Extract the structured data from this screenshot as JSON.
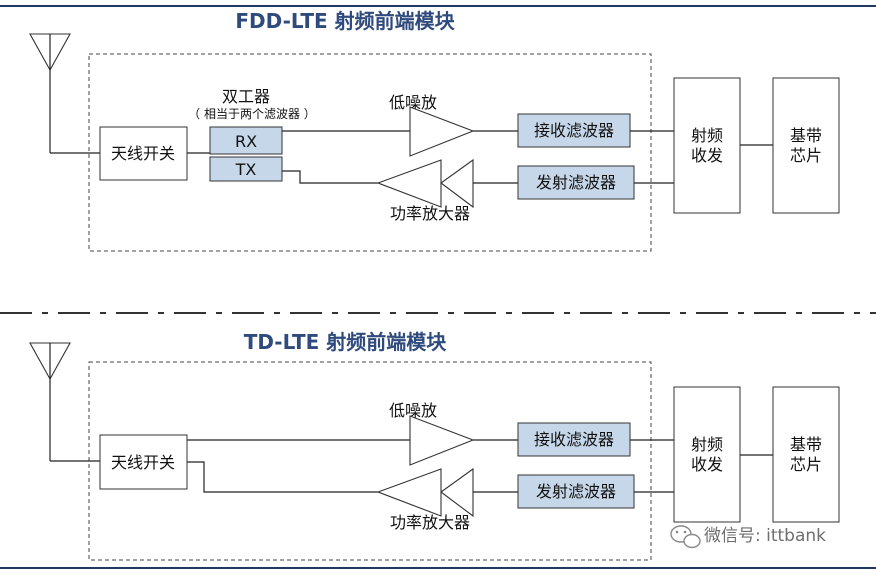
{
  "fdd": {
    "title": "FDD-LTE 射频前端模块",
    "antenna_switch": "天线开关",
    "duplexer_title": "双工器",
    "duplexer_note": "（ 相当于两个滤波器 ）",
    "rx": "RX",
    "tx": "TX",
    "lna": "低噪放",
    "pa": "功率放大器",
    "rx_filter": "接收滤波器",
    "tx_filter": "发射滤波器",
    "transceiver_line1": "射频",
    "transceiver_line2": "收发",
    "baseband_line1": "基带",
    "baseband_line2": "芯片"
  },
  "tdd": {
    "title": "TD-LTE 射频前端模块",
    "antenna_switch": "天线开关",
    "lna": "低噪放",
    "pa": "功率放大器",
    "rx_filter": "接收滤波器",
    "tx_filter": "发射滤波器",
    "transceiver_line1": "射频",
    "transceiver_line2": "收发",
    "baseband_line1": "基带",
    "baseband_line2": "芯片"
  },
  "watermark": "微信号: ittbank",
  "colors": {
    "title": "#2f4a7d",
    "filter_fill": "#c7d7ea",
    "rule": "#1f3864"
  }
}
